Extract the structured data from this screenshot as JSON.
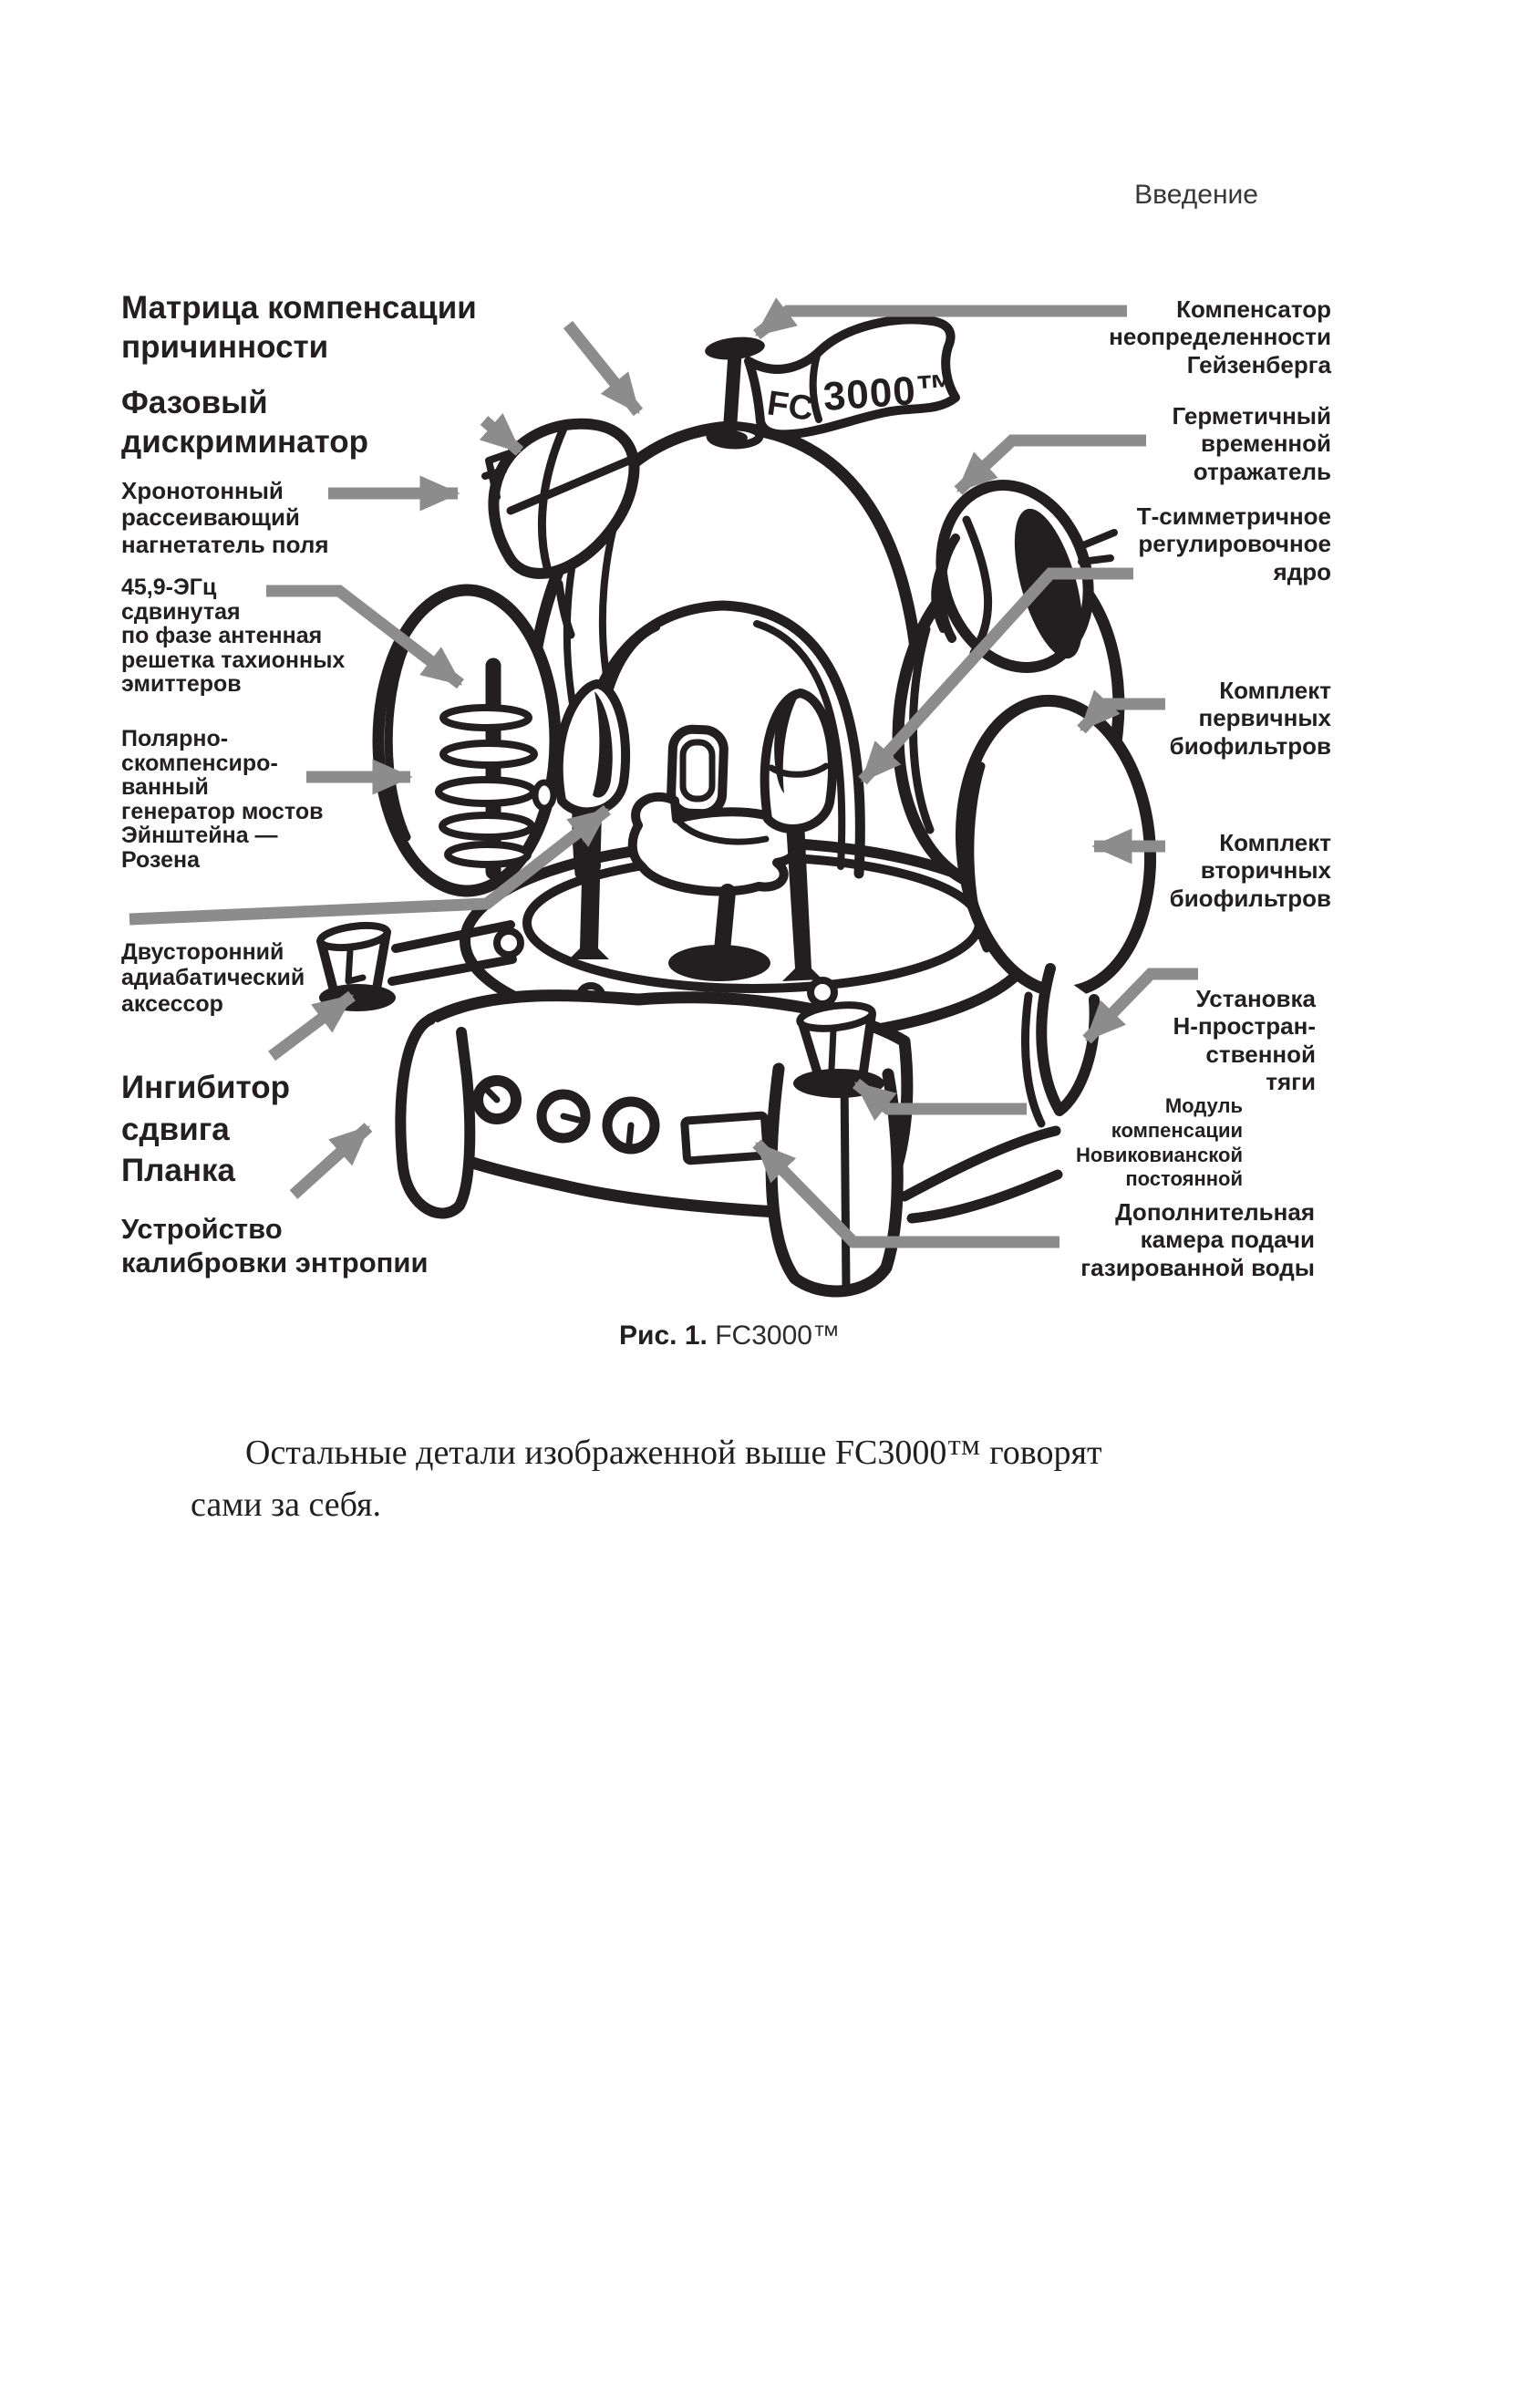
{
  "page": {
    "header": "Введение"
  },
  "figure": {
    "flag": {
      "left_text": "FC",
      "right_text": "3000™"
    },
    "caption_prefix": "Рис. 1.",
    "caption_title": "FC3000™",
    "labels_left": [
      {
        "text": "Матрица компенсации\nпричинности"
      },
      {
        "text": "Фазовый\nдискриминатор"
      },
      {
        "text": "Хронотонный\nрассеивающий\nнагнетатель поля"
      },
      {
        "text": "45,9-ЭГц\nсдвинутая\nпо фазе антенная\nрешетка тахионных\nэмиттеров"
      },
      {
        "text": "Полярно-\nскомпенсиро-\nванный\nгенератор мостов\nЭйнштейна —\nРозена"
      },
      {
        "text": "Двусторонний\nадиабатический\nаксессор"
      },
      {
        "text": "Ингибитор\nсдвига\nПланка"
      },
      {
        "text": "Устройство\nкалибровки энтропии"
      }
    ],
    "labels_right": [
      {
        "text": "Компенсатор\nнеопределенности\nГейзенберга"
      },
      {
        "text": "Герметичный\nвременной\nотражатель"
      },
      {
        "text": "Т-симметричное\nрегулировочное\nядро"
      },
      {
        "text": "Комплект\nпервичных\nбиофильтров"
      },
      {
        "text": "Комплект\nвторичных\nбиофильтров"
      },
      {
        "text": "Установка\nН-простран-\nственной\nтяги"
      },
      {
        "text": "Модуль\nкомпенсации\nНовиковианской\nпостоянной"
      },
      {
        "text": "Дополнительная\nкамера подачи\nгазированной воды"
      }
    ]
  },
  "body_text": {
    "paragraph": "Остальные детали изображенной выше FC3000™ говорят\nсами за себя."
  },
  "colors": {
    "ink": "#231f20",
    "leader_gray": "#8c8c8c"
  }
}
